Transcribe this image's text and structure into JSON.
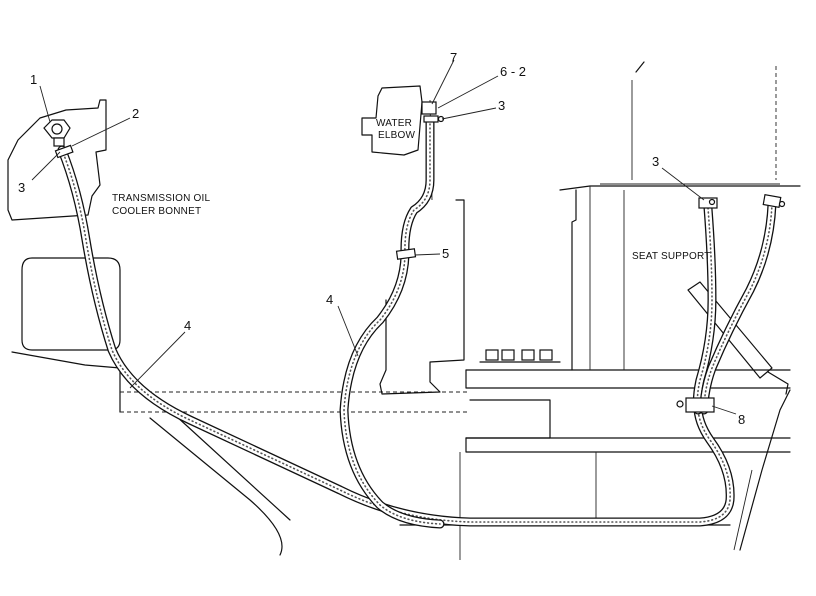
{
  "labels": {
    "transmission_line1": "TRANSMISSION OIL",
    "transmission_line2": "COOLER BONNET",
    "water_elbow_line1": "WATER",
    "water_elbow_line2": "ELBOW",
    "seat_support": "SEAT SUPPORT"
  },
  "callouts": {
    "c1": "1",
    "c2": "2",
    "c3a": "3",
    "c7": "7",
    "c62": "6 - 2",
    "c3b": "3",
    "c3c": "3",
    "c5": "5",
    "c4a": "4",
    "c4b": "4",
    "c8": "8"
  }
}
